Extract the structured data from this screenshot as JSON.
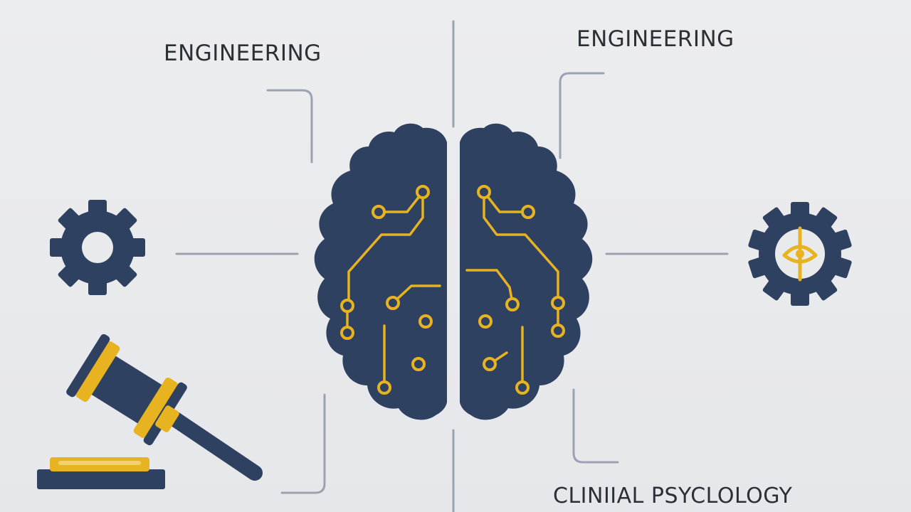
{
  "labels": {
    "top_left": "ENGINEERING",
    "top_right": "ENGINEERING",
    "bottom_right": "CLINIIAL PSYCLOLOGY"
  },
  "icons": {
    "left_top": "gear-icon",
    "left_bottom": "gavel-icon",
    "center": "circuit-brain-icon",
    "right": "gear-with-eye-icon"
  },
  "colors": {
    "background": "#e9eaec",
    "navy": "#2f4160",
    "gold": "#e8b321",
    "line": "#9aa3b1",
    "text": "#2b2f36"
  }
}
